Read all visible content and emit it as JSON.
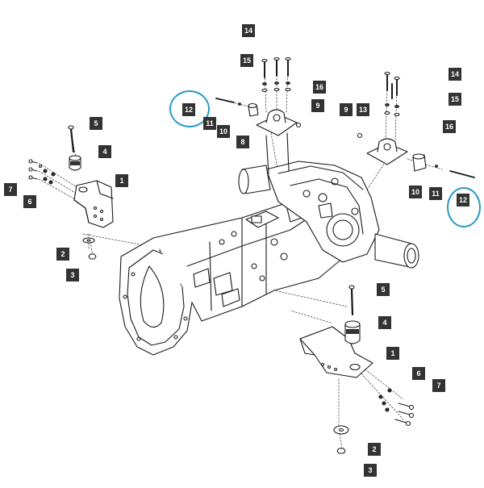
{
  "diagram": {
    "type": "exploded-parts-diagram",
    "highlight_color": "#2a9bc4",
    "callouts": [
      {
        "id": "c14a",
        "text": "14"
      },
      {
        "id": "c15a",
        "text": "15"
      },
      {
        "id": "c16a",
        "text": "16"
      },
      {
        "id": "c9a",
        "text": "9"
      },
      {
        "id": "c12a",
        "text": "12",
        "highlighted": true
      },
      {
        "id": "c11a",
        "text": "11"
      },
      {
        "id": "c10a",
        "text": "10"
      },
      {
        "id": "c8",
        "text": "8"
      },
      {
        "id": "c5a",
        "text": "5"
      },
      {
        "id": "c4a",
        "text": "4"
      },
      {
        "id": "c1a",
        "text": "1"
      },
      {
        "id": "c7a",
        "text": "7"
      },
      {
        "id": "c6a",
        "text": "6"
      },
      {
        "id": "c2a",
        "text": "2"
      },
      {
        "id": "c3a",
        "text": "3"
      },
      {
        "id": "c14b",
        "text": "14"
      },
      {
        "id": "c15b",
        "text": "15"
      },
      {
        "id": "c9b",
        "text": "9"
      },
      {
        "id": "c13",
        "text": "13"
      },
      {
        "id": "c16b",
        "text": "16"
      },
      {
        "id": "c10b",
        "text": "10"
      },
      {
        "id": "c11b",
        "text": "11"
      },
      {
        "id": "c12b",
        "text": "12",
        "highlighted": true
      },
      {
        "id": "c5b",
        "text": "5"
      },
      {
        "id": "c4b",
        "text": "4"
      },
      {
        "id": "c1b",
        "text": "1"
      },
      {
        "id": "c6b",
        "text": "6"
      },
      {
        "id": "c7b",
        "text": "7"
      },
      {
        "id": "c2b",
        "text": "2"
      },
      {
        "id": "c3b",
        "text": "3"
      }
    ]
  }
}
